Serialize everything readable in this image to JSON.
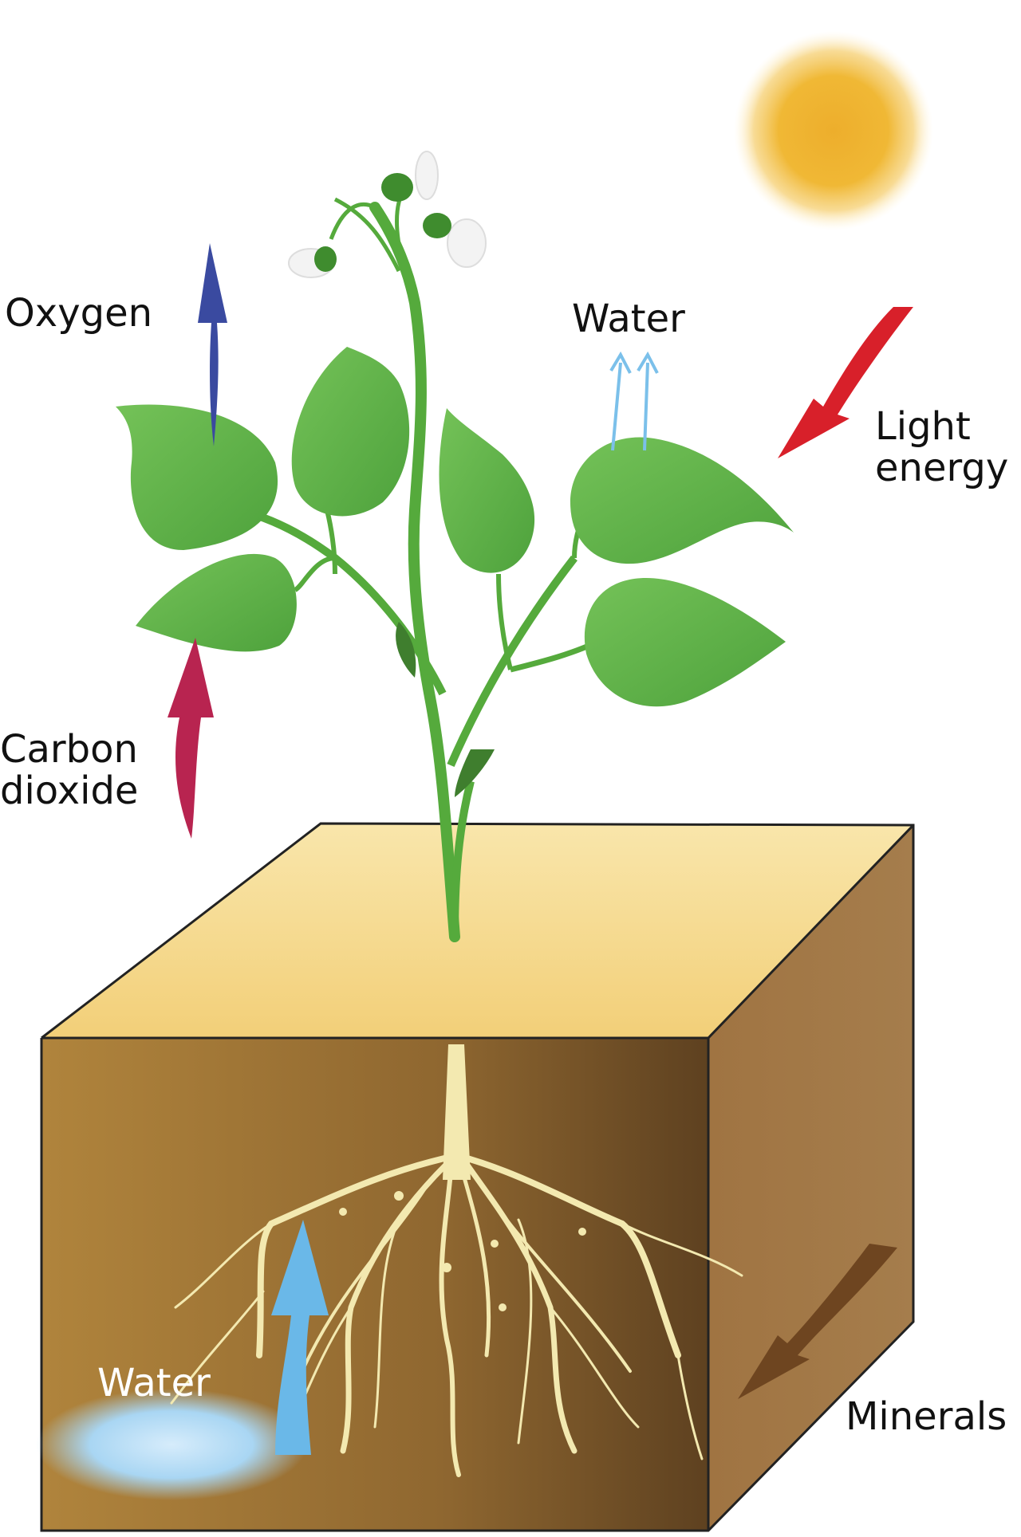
{
  "labels": {
    "oxygen": "Oxygen",
    "water_top": "Water",
    "light_line1": "Light",
    "light_line2": "energy",
    "carbon_line1": "Carbon",
    "carbon_line2": "dioxide",
    "water_bottom": "Water",
    "minerals": "Minerals"
  },
  "colors": {
    "oxygen_arrow": "#3a4aa0",
    "carbon_arrow": "#b82450",
    "light_arrow": "#d8202a",
    "water_arrow": "#6ab8e8",
    "minerals_arrow": "#6e4520",
    "leaf": "#5fb34a",
    "stem": "#55aa3c",
    "soil_top": "#f6dc90",
    "soil_front": "#a97a3a",
    "soil_side": "#9c6f40",
    "sun": "#f0b429",
    "roots": "#f3e9b0"
  },
  "icons": [
    "sun-icon",
    "plant-icon",
    "roots-icon",
    "soil-block-icon",
    "water-pool-icon"
  ]
}
